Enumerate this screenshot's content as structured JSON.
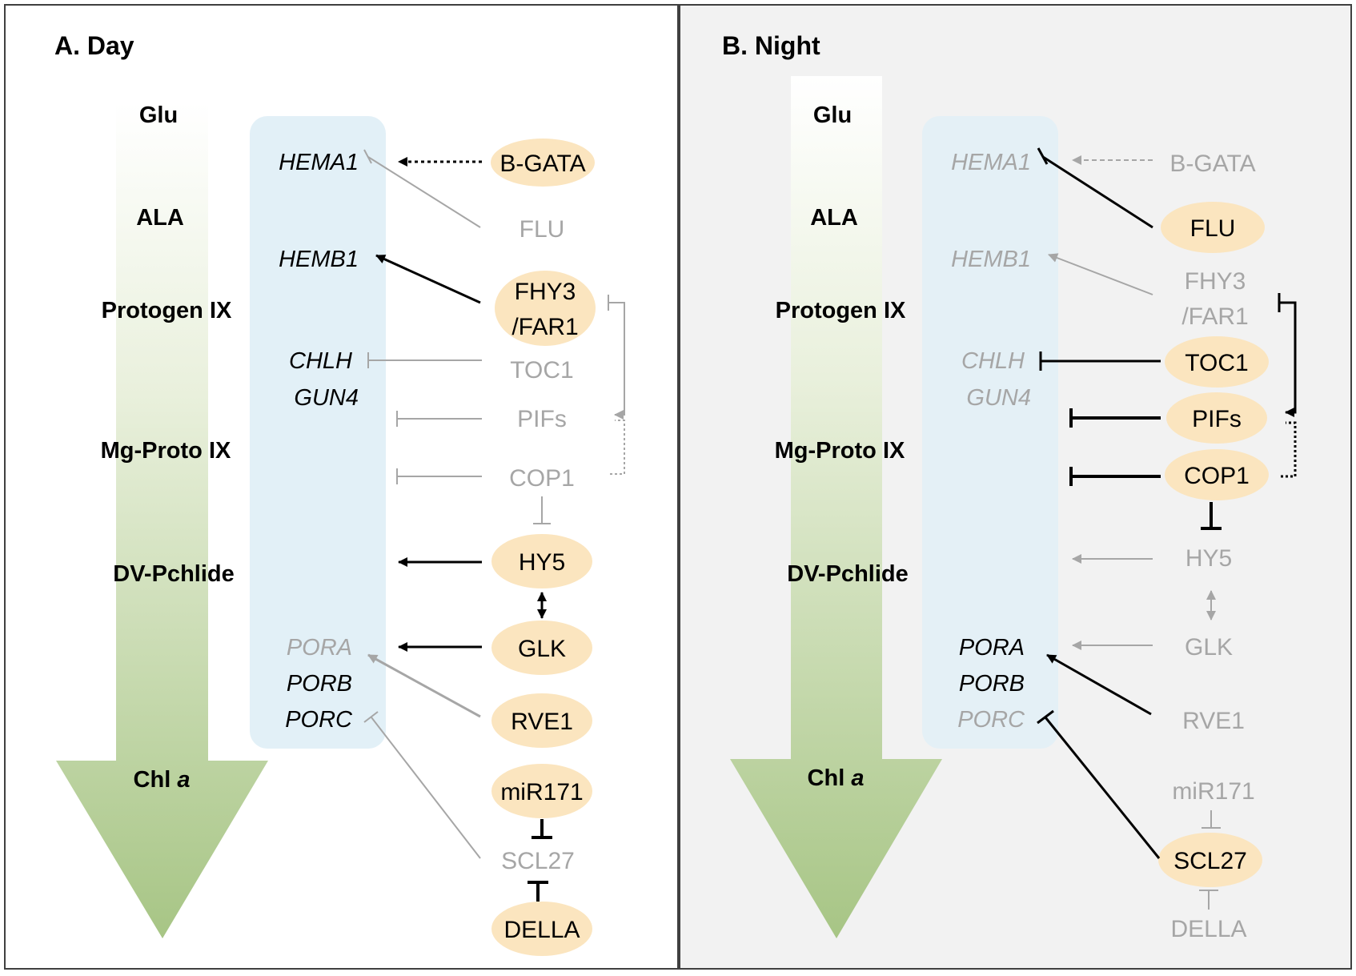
{
  "colors": {
    "active_text": "#000000",
    "inactive_text": "#a6a6a6",
    "regulator_ellipse": "#fbe5bf",
    "gene_box": "#e2f0f7",
    "arrow_green_dark": "#a7c585",
    "arrow_green_light": "#ffffff",
    "night_background": "#f2f2f2",
    "panel_border": "#404040"
  },
  "panels": [
    {
      "id": "day",
      "title": "A. Day",
      "metabolites": [
        "Glu",
        "ALA",
        "Protogen IX",
        "Mg-Proto IX",
        "DV-Pchlide"
      ],
      "chl_prefix": "Chl ",
      "chl_suffix": "a",
      "genes": [
        {
          "label": "HEMA1",
          "active": true
        },
        {
          "label": "HEMB1",
          "active": true
        },
        {
          "label": "CHLH",
          "active": true
        },
        {
          "label": "GUN4",
          "active": true
        },
        {
          "label": "PORA",
          "active": false
        },
        {
          "label": "PORB",
          "active": true
        },
        {
          "label": "PORC",
          "active": true
        }
      ],
      "regulators": [
        {
          "label": "B-GATA",
          "active": true
        },
        {
          "label": "FLU",
          "active": false
        },
        {
          "label": "FHY3",
          "active": true
        },
        {
          "label": "/FAR1",
          "active": true
        },
        {
          "label": "TOC1",
          "active": false
        },
        {
          "label": "PIFs",
          "active": false
        },
        {
          "label": "COP1",
          "active": false
        },
        {
          "label": "HY5",
          "active": true
        },
        {
          "label": "GLK",
          "active": true
        },
        {
          "label": "RVE1",
          "active": true
        },
        {
          "label": "miR171",
          "active": true
        },
        {
          "label": "SCL27",
          "active": false
        },
        {
          "label": "DELLA",
          "active": true
        }
      ]
    },
    {
      "id": "night",
      "title": "B. Night",
      "metabolites": [
        "Glu",
        "ALA",
        "Protogen IX",
        "Mg-Proto IX",
        "DV-Pchlide"
      ],
      "chl_prefix": "Chl ",
      "chl_suffix": "a",
      "genes": [
        {
          "label": "HEMA1",
          "active": false
        },
        {
          "label": "HEMB1",
          "active": false
        },
        {
          "label": "CHLH",
          "active": false
        },
        {
          "label": "GUN4",
          "active": false
        },
        {
          "label": "PORA",
          "active": true
        },
        {
          "label": "PORB",
          "active": true
        },
        {
          "label": "PORC",
          "active": false
        }
      ],
      "regulators": [
        {
          "label": "B-GATA",
          "active": false
        },
        {
          "label": "FLU",
          "active": true
        },
        {
          "label": "FHY3",
          "active": false
        },
        {
          "label": "/FAR1",
          "active": false
        },
        {
          "label": "TOC1",
          "active": true
        },
        {
          "label": "PIFs",
          "active": true
        },
        {
          "label": "COP1",
          "active": true
        },
        {
          "label": "HY5",
          "active": false
        },
        {
          "label": "GLK",
          "active": false
        },
        {
          "label": "RVE1",
          "active": false
        },
        {
          "label": "miR171",
          "active": false
        },
        {
          "label": "SCL27",
          "active": true
        },
        {
          "label": "DELLA",
          "active": false
        }
      ]
    }
  ]
}
